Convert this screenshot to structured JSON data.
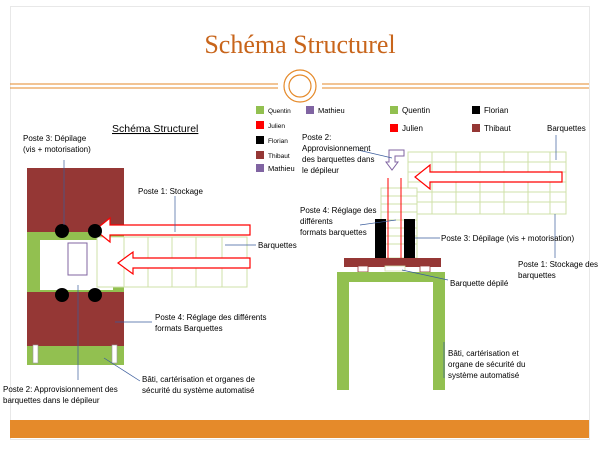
{
  "slide": {
    "title": "Schéma Structurel"
  },
  "left_diagram": {
    "heading": "Schéma Structurel",
    "poste3": [
      "Poste 3: Dépilage",
      "(vis + motorisation)"
    ],
    "poste1": "Poste 1: Stockage",
    "barquettes": "Barquettes",
    "poste4": [
      "Poste 4: Réglage des différents",
      "formats Barquettes"
    ],
    "bati": [
      "Bâti, cartérisation et organes de",
      "sécurité du système automatisé"
    ],
    "poste2": [
      "Poste 2: Approvisionnement des",
      "barquettes dans le dépileur"
    ]
  },
  "legend_left": [
    {
      "label": "Quentin",
      "color": "#92c050"
    },
    {
      "label": "Mathieu",
      "color": "#8064a2"
    },
    {
      "label": "Julien",
      "color": "#ff0000"
    },
    {
      "label": "Florian",
      "color": "#000000"
    },
    {
      "label": "Thibaut",
      "color": "#953735"
    },
    {
      "label": "Mathieu",
      "color": "#8064a2"
    }
  ],
  "legend_right": [
    {
      "label": "Quentin",
      "color": "#92c050"
    },
    {
      "label": "Florian",
      "color": "#000000"
    },
    {
      "label": "Julien",
      "color": "#ff0000"
    },
    {
      "label": "Thibaut",
      "color": "#953735"
    }
  ],
  "right_diagram": {
    "barquettes": "Barquettes",
    "poste2": [
      "Poste 2:",
      "Approvisionnement",
      "des barquettes dans",
      "le dépileur"
    ],
    "poste4": [
      "Poste 4: Réglage des",
      "différents",
      "formats barquettes"
    ],
    "poste3": "Poste 3: Dépilage (vis + motorisation)",
    "poste1": [
      "Poste 1: Stockage des",
      "barquettes"
    ],
    "barquette_depile": "Barquette dépilé",
    "bati": [
      "Bâti, cartérisation et",
      "organe de sécurité du",
      "système automatisé"
    ]
  }
}
